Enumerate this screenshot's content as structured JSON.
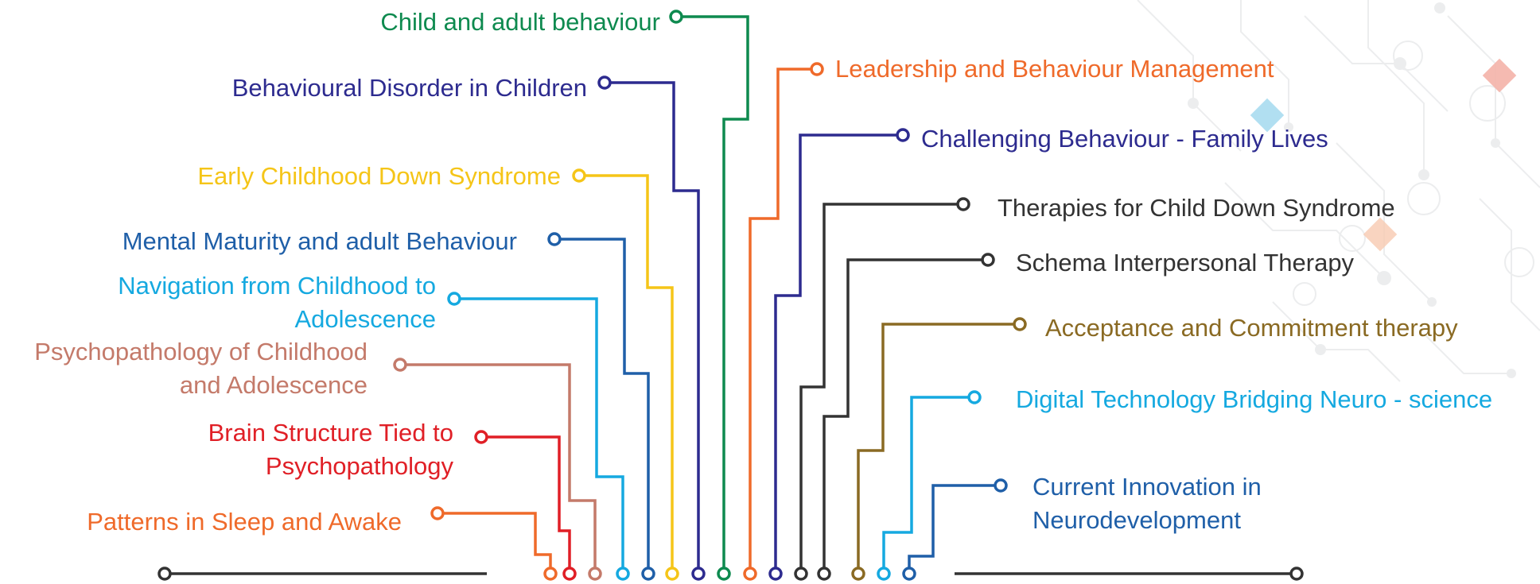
{
  "topics_left": [
    {
      "id": "child-adult",
      "lines": [
        "Child and adult behaviour"
      ],
      "color": "#0e8a4f"
    },
    {
      "id": "behavioural-disorder",
      "lines": [
        "Behavioural Disorder in Children"
      ],
      "color": "#2d2b8f"
    },
    {
      "id": "early-childhood-down",
      "lines": [
        "Early Childhood Down Syndrome"
      ],
      "color": "#f5c518"
    },
    {
      "id": "mental-maturity",
      "lines": [
        "Mental Maturity and adult Behaviour"
      ],
      "color": "#1f5fa8"
    },
    {
      "id": "navigation-childhood",
      "lines": [
        "Navigation from Childhood to",
        "Adolescence"
      ],
      "color": "#15a9e0"
    },
    {
      "id": "psychopathology-childhood",
      "lines": [
        "Psychopathology of Childhood",
        "and Adolescence"
      ],
      "color": "#c47a6a"
    },
    {
      "id": "brain-structure",
      "lines": [
        "Brain Structure Tied to",
        "Psychopathology"
      ],
      "color": "#e01f26"
    },
    {
      "id": "patterns-sleep",
      "lines": [
        "Patterns in Sleep and Awake"
      ],
      "color": "#ef6a2a"
    }
  ],
  "topics_right": [
    {
      "id": "leadership",
      "lines": [
        "Leadership and Behaviour Management"
      ],
      "color": "#ef6a2a"
    },
    {
      "id": "challenging-behaviour",
      "lines": [
        "Challenging Behaviour - Family Lives"
      ],
      "color": "#2d2b8f"
    },
    {
      "id": "therapies-down",
      "lines": [
        "Therapies for Child Down Syndrome"
      ],
      "color": "#333333"
    },
    {
      "id": "schema-therapy",
      "lines": [
        "Schema Interpersonal Therapy"
      ],
      "color": "#333333"
    },
    {
      "id": "acceptance-commitment",
      "lines": [
        "Acceptance and Commitment therapy"
      ],
      "color": "#8a6a23"
    },
    {
      "id": "digital-technology",
      "lines": [
        "Digital Technology Bridging Neuro - science"
      ],
      "color": "#15a9e0"
    },
    {
      "id": "current-innovation",
      "lines": [
        "Current Innovation in",
        "Neurodevelopment"
      ],
      "color": "#1f5fa8"
    }
  ],
  "baseline_color": "#333333"
}
